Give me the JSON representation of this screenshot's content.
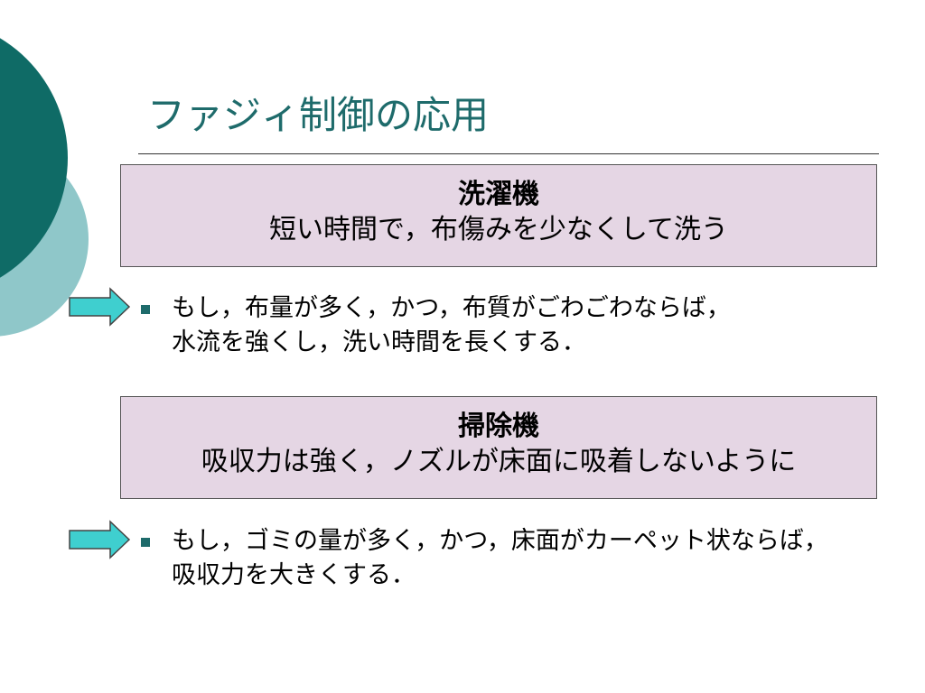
{
  "slide": {
    "title": "ファジィ制御の応用",
    "colors": {
      "title": "#1e6b6b",
      "circle_dark": "#0f6b66",
      "circle_light": "#8fc7c9",
      "box_fill": "#e5d6e4",
      "arrow_fill": "#3fcfcf",
      "bullet": "#1e6b6b"
    },
    "sections": [
      {
        "heading": "洗濯機",
        "subtitle": "短い時間で，布傷みを少なくして洗う",
        "rule_lines": [
          "もし，布量が多く，かつ，布質がごわごわならば，",
          "水流を強くし，洗い時間を長くする．"
        ]
      },
      {
        "heading": "掃除機",
        "subtitle": "吸収力は強く，ノズルが床面に吸着しないように",
        "rule_lines": [
          "もし，ゴミの量が多く，かつ，床面がカーペット状ならば，",
          "吸収力を大きくする．"
        ]
      }
    ],
    "icons": {
      "arrow": "right-arrow-icon",
      "bullet": "square-bullet-icon"
    }
  }
}
